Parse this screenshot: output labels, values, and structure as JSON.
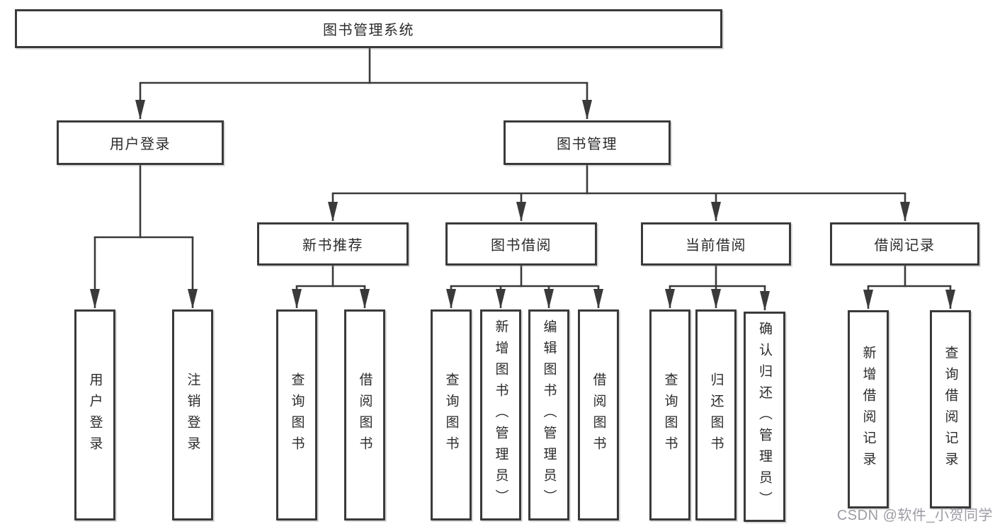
{
  "root": {
    "label": "图书管理系统"
  },
  "branches": {
    "user_login": {
      "label": "用户登录",
      "children": [
        "用户登录",
        "注销登录"
      ]
    },
    "book_mgmt": {
      "label": "图书管理",
      "groups": {
        "new_book": {
          "label": "新书推荐",
          "children": [
            "查询图书",
            "借阅图书"
          ]
        },
        "borrow": {
          "label": "图书借阅",
          "children": [
            "查询图书",
            "新增图书（管理员）",
            "编辑图书（管理员）",
            "借阅图书"
          ]
        },
        "current": {
          "label": "当前借阅",
          "children": [
            "查询图书",
            "归还图书",
            "确认归还（管理员）"
          ]
        },
        "records": {
          "label": "借阅记录",
          "children": [
            "新增借阅记录",
            "查询借阅记录"
          ]
        }
      }
    }
  },
  "watermark": {
    "text": "CSDN @软件_小贺同学"
  },
  "colors": {
    "box_border": "#3a3a3a",
    "connector": "#3a3a3a",
    "text": "#2b2b2b",
    "watermark": "#9b9ba3",
    "background": "#ffffff"
  }
}
